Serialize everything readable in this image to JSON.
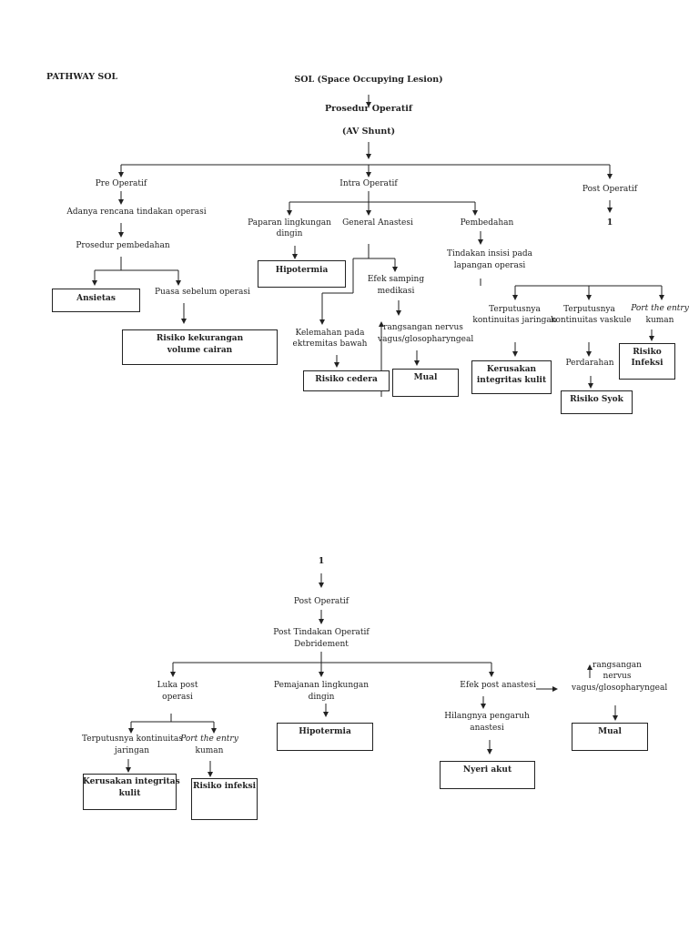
{
  "page": {
    "title": "PATHWAY SOL",
    "sol": "SOL (Space Occupying Lesion)",
    "prosedur": "Prosedur Operatif",
    "av_shunt": "(AV Shunt)"
  },
  "top": {
    "pre": "Pre Operatif",
    "intra": "Intra Operatif",
    "post": "Post Operatif",
    "post_ref": "1",
    "adanya": "Adanya rencana tindakan operasi",
    "prosedur_pembedahan": "Prosedur pembedahan",
    "ansietas": "Ansietas",
    "puasa": "Puasa sebelum operasi",
    "risiko_cairan_1": "Risiko kekurangan",
    "risiko_cairan_2": "volume cairan",
    "paparan_1": "Paparan lingkungan",
    "paparan_2": "dingin",
    "general": "General Anastesi",
    "pembedahan": "Pembedahan",
    "hipotermia": "Hipotermia",
    "efek_1": "Efek  samping",
    "efek_2": "medikasi",
    "kelemahan_1": "Kelemahan pada",
    "kelemahan_2": "ektremitas bawah",
    "rangsangan_1": "rangsangan nervus",
    "rangsangan_2": "vagus/glosopharyngeal",
    "risiko_cedera": "Risiko cedera",
    "mual": "Mual",
    "tindakan_1": "Tindakan insisi pada",
    "tindakan_2": "lapangan operasi",
    "terputus_j_1": "Terputusnya",
    "terputus_j_2": "kontinuitas jaringan",
    "terputus_v_1": "Terputusnya",
    "terputus_v_2": "kontinuitas vaskule",
    "port_1": "Port the entry",
    "port_2": "kuman",
    "kerusakan_1": "Kerusakan",
    "kerusakan_2": "integritas kulit",
    "perdarahan": "Perdarahan",
    "risiko_syok": "Risiko Syok",
    "risiko_infeksi_1": "Risiko",
    "risiko_infeksi_2": "Infeksi"
  },
  "bottom": {
    "ref": "1",
    "post": "Post Operatif",
    "post_tindakan_1": "Post Tindakan Operatif",
    "post_tindakan_2": "Debridement",
    "luka_1": "Luka post",
    "luka_2": "operasi",
    "pemajanan_1": "Pemajanan lingkungan",
    "pemajanan_2": "dingin",
    "efek_post": "Efek post anastesi",
    "rangsangan_1": "rangsangan",
    "rangsangan_2": "nervus",
    "rangsangan_3": "vagus/glosopharyngeal",
    "terputus_1": "Terputusnya kontinuitas",
    "terputus_2": "jaringan",
    "port_1": "Port the entry",
    "port_2": "kuman",
    "hipotermia": "Hipotermia",
    "hilangnya_1": "Hilangnya pengaruh",
    "hilangnya_2": "anastesi",
    "mual": "Mual",
    "kerusakan_1": "Kerusakan integritas",
    "kerusakan_2": "kulit",
    "risiko_infeksi": "Risiko infeksi",
    "nyeri": "Nyeri akut"
  },
  "colors": {
    "line": "#222222",
    "text": "#222222",
    "background": "#ffffff"
  }
}
